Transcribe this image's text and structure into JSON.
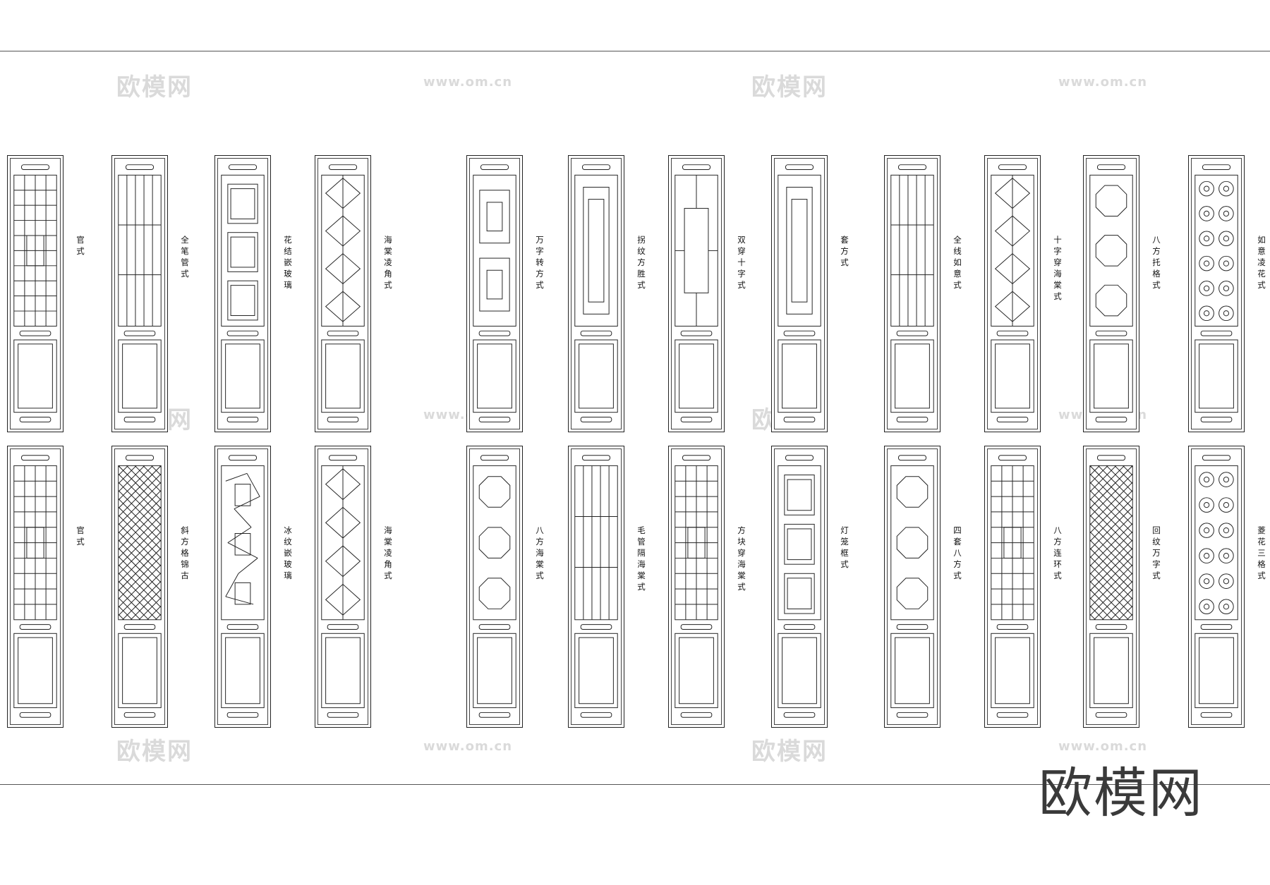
{
  "rows": [
    [
      {
        "label": "官式",
        "pattern": "grid"
      },
      {
        "label": "全笔管式",
        "pattern": "bars"
      },
      {
        "label": "花结嵌玻璃",
        "pattern": "boxes"
      },
      {
        "label": "海棠凌角式",
        "pattern": "diamond"
      },
      {
        "label": "万字转方式",
        "pattern": "wan"
      },
      {
        "label": "拐纹方胜式",
        "pattern": "frame"
      },
      {
        "label": "双穿十字式",
        "pattern": "cross"
      },
      {
        "label": "套方式",
        "pattern": "frame"
      },
      {
        "label": "全线如意式",
        "pattern": "bars"
      },
      {
        "label": "十字穿海棠式",
        "pattern": "diamond"
      },
      {
        "label": "八方托格式",
        "pattern": "octagon"
      },
      {
        "label": "如意凌花式",
        "pattern": "flower"
      }
    ],
    [
      {
        "label": "官式",
        "pattern": "grid"
      },
      {
        "label": "斜方格锦古",
        "pattern": "lattice"
      },
      {
        "label": "冰纹嵌玻璃",
        "pattern": "ice"
      },
      {
        "label": "海棠凌角式",
        "pattern": "diamond"
      },
      {
        "label": "八方海棠式",
        "pattern": "octagon"
      },
      {
        "label": "毛管隔海棠式",
        "pattern": "bars"
      },
      {
        "label": "方块穿海棠式",
        "pattern": "grid"
      },
      {
        "label": "灯笼框式",
        "pattern": "boxes"
      },
      {
        "label": "四套八方式",
        "pattern": "octagon"
      },
      {
        "label": "八方连环式",
        "pattern": "grid"
      },
      {
        "label": "回纹万字式",
        "pattern": "lattice"
      },
      {
        "label": "菱花三格式",
        "pattern": "flower"
      }
    ]
  ],
  "watermarks": {
    "cn": "欧模网",
    "url": "www.om.cn"
  },
  "brand": "欧模网",
  "colors": {
    "ink": "#222222",
    "watermark": "#d6d6d6"
  }
}
